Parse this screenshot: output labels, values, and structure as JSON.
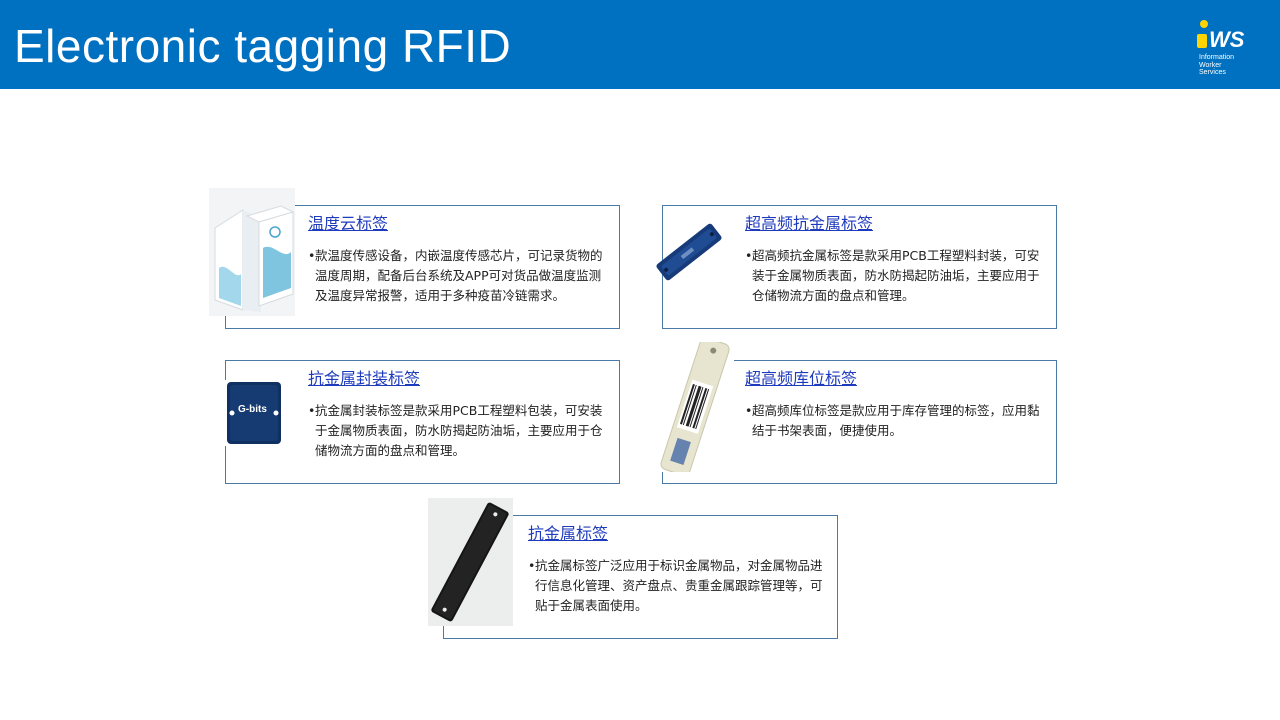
{
  "header": {
    "title": "Electronic tagging RFID",
    "background_color": "#0070c0"
  },
  "logo": {
    "mark_i": "i",
    "mark_ws": "WS",
    "sub_lines": [
      "Information",
      "Worker",
      "Services"
    ],
    "accent_color": "#ffd400"
  },
  "cards": [
    {
      "title": "温度云标签",
      "bullet": "•",
      "text": "款温度传感设备，内嵌温度传感芯片，可记录货物的温度周期，配备后台系统及APP可对货品做温度监测及温度异常报警，适用于多种疫苗冷链需求。",
      "image": "box-package-image"
    },
    {
      "title": "超高频抗金属标签",
      "bullet": "•",
      "text": "超高频抗金属标签是款采用PCB工程塑料封装，可安装于金属物质表面，防水防揭起防油垢，主要应用于仓储物流方面的盘点和管理。",
      "image": "blue-tag-image"
    },
    {
      "title": "抗金属封装标签",
      "bullet": "•",
      "text": "抗金属封装标签是款采用PCB工程塑料包装，可安装于金属物质表面，防水防揭起防油垢，主要应用于仓储物流方面的盘点和管理。",
      "image": "gbits-tag-image",
      "image_label": "G-bits"
    },
    {
      "title": "超高频库位标签",
      "bullet": "•",
      "text": "超高频库位标签是款应用于库存管理的标签，应用黏结于书架表面，便捷使用。",
      "image": "barcode-tag-image"
    },
    {
      "title": "抗金属标签",
      "bullet": "•",
      "text": "抗金属标签广泛应用于标识金属物品，对金属物品进行信息化管理、资产盘点、贵重金属跟踪管理等，可贴于金属表面使用。",
      "image": "black-tag-image"
    }
  ],
  "colors": {
    "link": "#1f3bbd",
    "card_border": "#4a7aa8"
  }
}
